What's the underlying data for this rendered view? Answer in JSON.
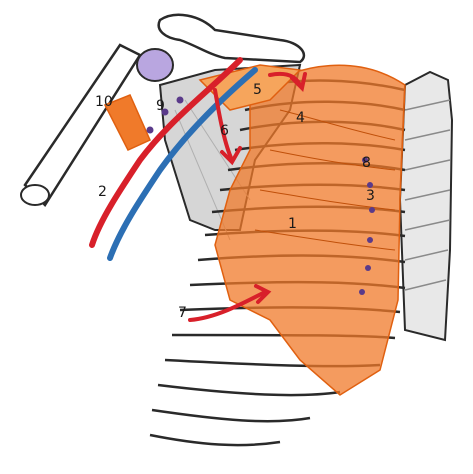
{
  "labels": {
    "l1": "1",
    "l2": "2",
    "l3": "3",
    "l4": "4",
    "l5": "5",
    "l6": "6",
    "l7": "7",
    "l8": "8",
    "l9": "9",
    "l10": "10"
  },
  "colors": {
    "muscle": "#f07a2a",
    "muscle_light": "#f6a55c",
    "artery": "#d8202a",
    "vein": "#2c6fb4",
    "nerve_dot": "#5a3a8a",
    "bone_outline": "#2a2a2a",
    "bone_fill": "#ffffff",
    "scapula_shade": "#c9c9c9",
    "joint": "#b9a6e0"
  }
}
